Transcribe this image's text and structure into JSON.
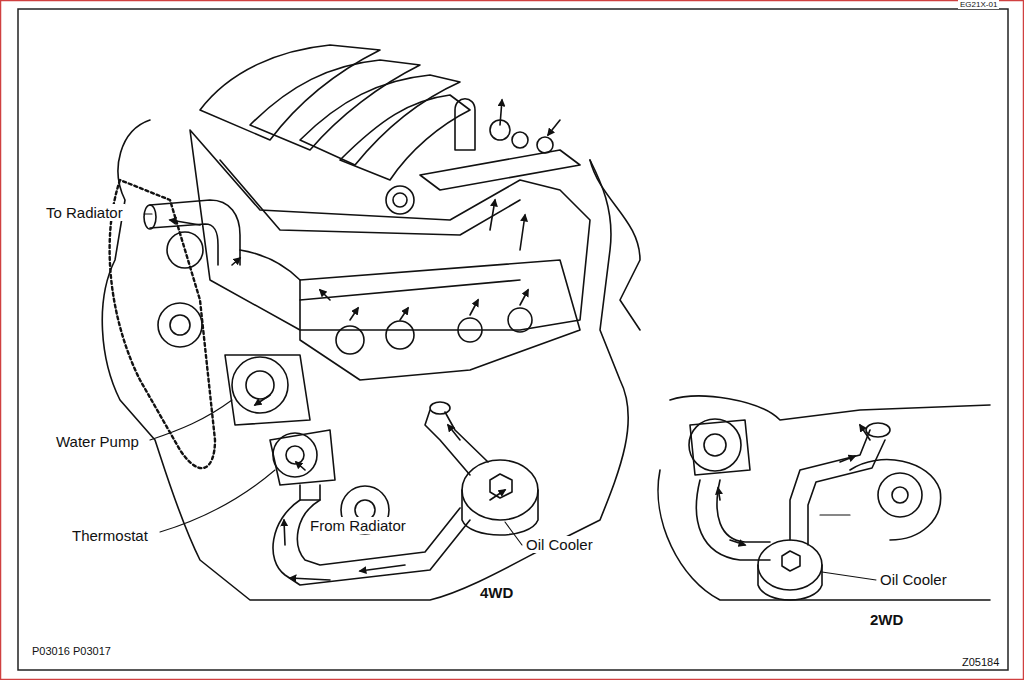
{
  "diagram": {
    "labels": [
      "EG21X-01",
      "To Radiator",
      "Water Pump",
      "Thermostat",
      "From Radiator",
      "Oil Cooler",
      "4WD",
      "Oil Cooler",
      "2WD",
      "P03016 P03017",
      "Z05184"
    ]
  }
}
